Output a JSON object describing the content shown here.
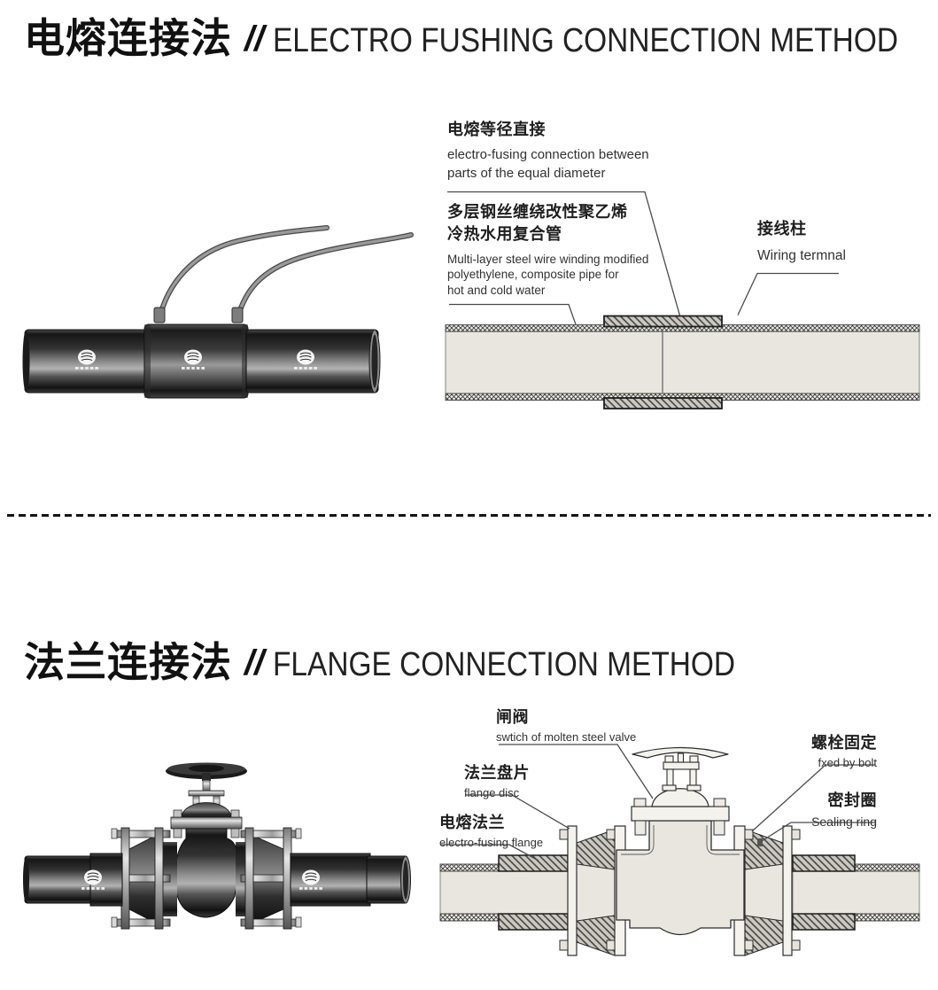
{
  "section1": {
    "title_zh": "电熔连接法",
    "title_sep": "//",
    "title_en": "ELECTRO FUSHING CONNECTION METHOD",
    "labels": {
      "equal_diameter": {
        "zh": "电熔等径直接",
        "en": "electro-fusing connection between\nparts of the equal diameter"
      },
      "composite_pipe": {
        "zh": "多层钢丝缠绕改性聚乙烯\n冷热水用复合管",
        "en": "Multi-layer steel wire winding modified\npolyethylene, composite pipe for\nhot and cold water"
      },
      "wiring_terminal": {
        "zh": "接线柱",
        "en": "Wiring termnal"
      }
    }
  },
  "section2": {
    "title_zh": "法兰连接法",
    "title_sep": "//",
    "title_en": "FLANGE CONNECTION METHOD",
    "labels": {
      "gate_valve": {
        "zh": "闸阀",
        "en": "swtich of molten steel valve"
      },
      "flange_disc": {
        "zh": "法兰盘片",
        "en": "flange disc"
      },
      "electro_fusing_flange": {
        "zh": "电熔法兰",
        "en": "electro-fusing flange"
      },
      "fixed_by_bolt": {
        "zh": "螺栓固定",
        "en": "fxed by bolt"
      },
      "sealing_ring": {
        "zh": "密封圈",
        "en": "Sealing ring"
      }
    }
  },
  "colors": {
    "diagram_fill": "#e9e6df",
    "outline": "#3c3c3c",
    "leader_line": "#4a4a4a",
    "text": "#232323",
    "divider": "#141414"
  }
}
